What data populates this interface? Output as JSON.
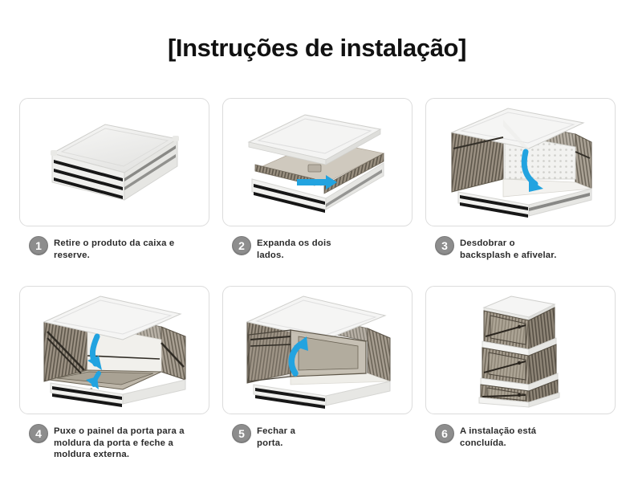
{
  "document": {
    "title": "[Instruções de instalação]",
    "background_color": "#ffffff",
    "title_color": "#111111"
  },
  "theme": {
    "panel_border": "#dcdcdc",
    "badge_fill": "#8d8d8d",
    "badge_text": "#ffffff",
    "caption_color": "#2b2b2b",
    "arrow_blue": "#22a3e0",
    "box_white": "#f2f2f0",
    "mesh_gray": "#8d8375",
    "slot_black": "#1a1a1a"
  },
  "steps": [
    {
      "number": "1",
      "text": "Retire o produto da caixa e\nreserve.",
      "illustration": "flat-packed-box",
      "arrows": 0
    },
    {
      "number": "2",
      "text": "Expanda os dois\nlados.",
      "illustration": "lid-lifted-expand-sides",
      "arrows": 1
    },
    {
      "number": "3",
      "text": "Desdobrar o\nbacksplash e afivelar.",
      "illustration": "unfold-backsplash",
      "arrows": 1
    },
    {
      "number": "4",
      "text": "Puxe o painel da porta para a\nmoldura da porta e feche a\nmoldura externa.",
      "illustration": "pull-door-panel",
      "arrows": 2
    },
    {
      "number": "5",
      "text": "Fechar a\nporta.",
      "illustration": "close-door",
      "arrows": 1
    },
    {
      "number": "6",
      "text": "A instalação está\nconcluída.",
      "illustration": "three-stacked-boxes",
      "arrows": 0
    }
  ]
}
